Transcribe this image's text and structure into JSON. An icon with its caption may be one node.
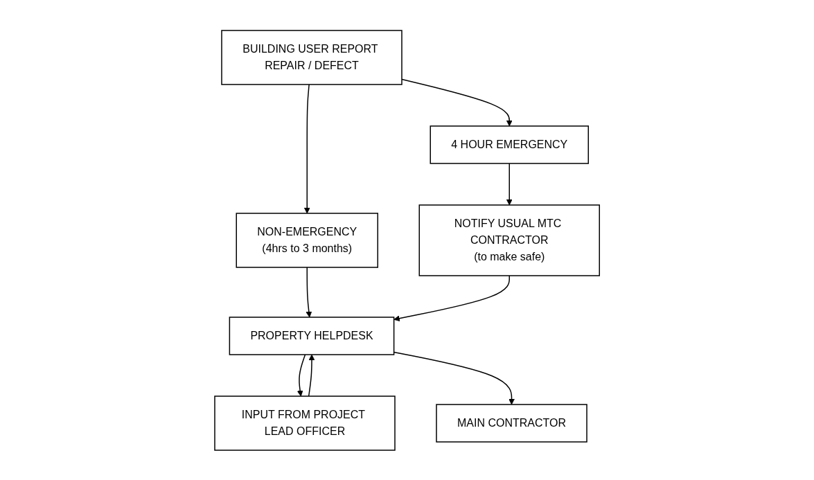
{
  "diagram": {
    "nodes": [
      {
        "text": [
          "BUILDING USER REPORT REPAIR / DEFECT"
        ]
      },
      {
        "text": [
          "NON-EMERGENCY",
          "(4hrs to 3 months)"
        ]
      },
      {
        "text": [
          "4 HOUR EMERGENCY"
        ]
      },
      {
        "text": [
          "INPUT FROM PROJECT LEAD OFFICER"
        ]
      },
      {
        "text": [
          "PROPERTY HELPDESK"
        ]
      },
      {
        "text": [
          "NOTIFY USUAL MTC CONTRACTOR",
          "(to make safe)"
        ]
      },
      {
        "text": [
          "MAIN CONTRACTOR"
        ]
      }
    ],
    "edges": [
      {
        "from": 0,
        "to": 1,
        "arrow": "to"
      },
      {
        "from": 0,
        "to": 2,
        "arrow": "to"
      },
      {
        "from": 1,
        "to": 4,
        "arrow": "to"
      },
      {
        "from": 2,
        "to": 5,
        "arrow": "to"
      },
      {
        "from": 3,
        "to": 4,
        "arrow": "to"
      },
      {
        "from": 4,
        "to": 3,
        "arrow": "to"
      },
      {
        "from": 5,
        "to": 4,
        "arrow": "to"
      },
      {
        "from": 4,
        "to": 6,
        "arrow": "to"
      }
    ]
  }
}
